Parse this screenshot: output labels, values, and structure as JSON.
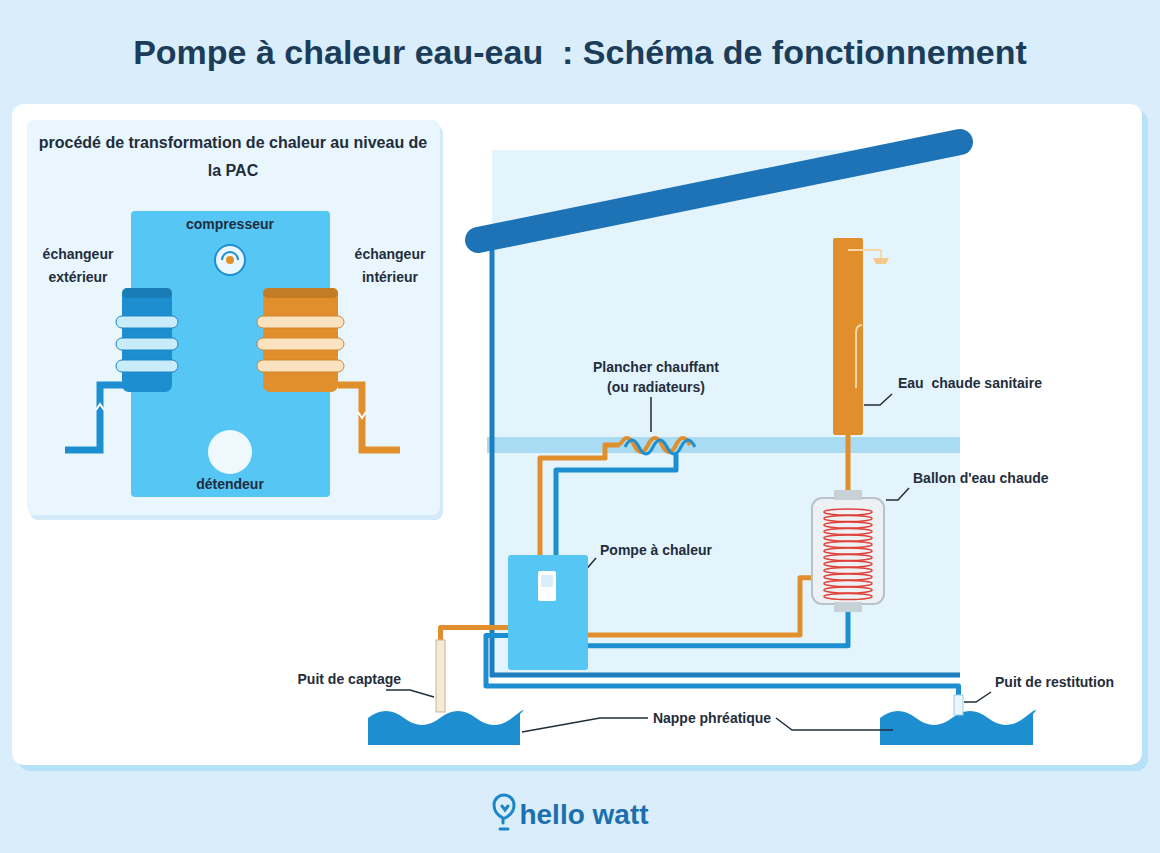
{
  "diagram": {
    "title": "Pompe à chaleur eau-eau  : Schéma de fonctionnement",
    "nodes": [
      {
        "text": [
          "procédé de transformation de chaleur au niveau de la PAC"
        ]
      },
      {
        "text": [
          "échangeur extérieur"
        ],
        "in": 0
      },
      {
        "text": [
          "compresseur"
        ],
        "in": 0
      },
      {
        "text": [
          "échangeur intérieur"
        ],
        "in": 0
      },
      {
        "text": [
          "détendeur"
        ],
        "in": 0
      },
      {
        "text": [
          "Plancher chauffant (ou radiateurs)"
        ]
      },
      {
        "text": [
          "Eau  chaude sanitaire"
        ]
      },
      {
        "text": [
          "Ballon d'eau chaude"
        ]
      },
      {
        "text": [
          "Pompe à chaleur"
        ]
      },
      {
        "text": [
          "Puit de captage"
        ]
      },
      {
        "text": [
          "Puit de restitution"
        ]
      }
    ],
    "edges": [
      {
        "from": 1,
        "to": 2,
        "arrow": "to"
      },
      {
        "from": 2,
        "to": 3,
        "arrow": "to"
      },
      {
        "from": 3,
        "to": 4,
        "arrow": "to"
      },
      {
        "from": 4,
        "to": 1,
        "arrow": "to"
      },
      {
        "from": 9,
        "to": 8,
        "arrow": "none"
      },
      {
        "from": 8,
        "to": 10,
        "arrow": "none"
      },
      {
        "from": 8,
        "to": 5,
        "arrow": "none"
      },
      {
        "from": 5,
        "to": 8,
        "arrow": "none"
      },
      {
        "from": 8,
        "to": 7,
        "arrow": "none"
      },
      {
        "from": 7,
        "to": 8,
        "arrow": "none"
      },
      {
        "from": 7,
        "to": 6,
        "arrow": "none"
      }
    ],
    "labels": [
      "Nappe phréatique",
      "hello watt"
    ]
  }
}
